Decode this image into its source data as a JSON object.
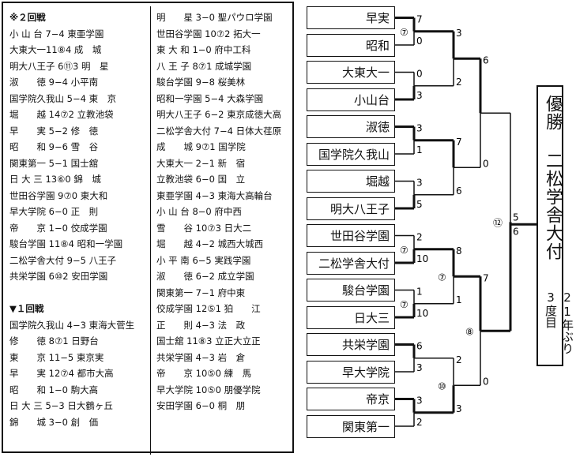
{
  "results": {
    "col1": [
      {
        "text": "※２回戦",
        "header": true
      },
      {
        "text": "小 山 台 7−4 東亜学園"
      },
      {
        "text": "大東大一11⑧4 成　城"
      },
      {
        "text": "明大八王子 6⑪3 明　星"
      },
      {
        "text": "淑　　徳 9−4 小平南"
      },
      {
        "text": "国学院久我山 5−4 東　京"
      },
      {
        "text": "堀　　越 14⑦2 立教池袋"
      },
      {
        "text": "早　　実 5−2 修　徳"
      },
      {
        "text": "昭　　和 9−6 雪　谷"
      },
      {
        "text": "関東第一 5−1 国士舘"
      },
      {
        "text": "日 大 三 13⑥0 錦　城"
      },
      {
        "text": "世田谷学園 9⑦0 東大和"
      },
      {
        "text": "早大学院 6−0 正　則"
      },
      {
        "text": "帝　　京 1−0 佼成学園"
      },
      {
        "text": "駿台学園 11⑧4 昭和一学園"
      },
      {
        "text": "二松学舎大付 9−5 八王子"
      },
      {
        "text": "共栄学園 6⑩2 安田学園"
      },
      {
        "text": ""
      },
      {
        "text": "▼１回戦",
        "header": true
      },
      {
        "text": "国学院久我山 4−3 東海大菅生"
      },
      {
        "text": "修　　徳 8⑦1 日野台"
      },
      {
        "text": "東　　京 11−5 東京実"
      },
      {
        "text": "早　　実 12⑦4 都市大高"
      },
      {
        "text": "昭　　和 1−0 駒大高"
      },
      {
        "text": "日 大 三 5−3 日大鶴ヶ丘"
      },
      {
        "text": "錦　　城 3−0 創　価"
      }
    ],
    "col2": [
      {
        "text": "明　　星 3−0 聖パウロ学園"
      },
      {
        "text": "世田谷学園 10⑦2 拓大一"
      },
      {
        "text": "東 大 和 1−0 府中工科"
      },
      {
        "text": "八 王 子 8⑦1 成城学園"
      },
      {
        "text": "駿台学園 9−8 桜美林"
      },
      {
        "text": "昭和一学園 5−4 大森学園"
      },
      {
        "text": "明大八王子 6−2 東京成徳大高"
      },
      {
        "text": "二松学舎大付 7−4 日体大荏原"
      },
      {
        "text": "成　　城 9⑦1 国学院"
      },
      {
        "text": "大東大一 2−1 新　宿"
      },
      {
        "text": "立教池袋 6−0 国　立"
      },
      {
        "text": "東亜学園 4−3 東海大高輪台"
      },
      {
        "text": "小 山 台 8−0 府中西"
      },
      {
        "text": "雪　　谷 10⑦3 日大二"
      },
      {
        "text": "堀　　越 4−2 城西大城西"
      },
      {
        "text": "小 平 南 6−5 実践学園"
      },
      {
        "text": "淑　　徳 6−2 成立学園"
      },
      {
        "text": "関東第一 7−1 府中東"
      },
      {
        "text": "佼成学園 12⑤1 狛　　江"
      },
      {
        "text": "正　　則 4−3 法　政"
      },
      {
        "text": "国士舘 11⑧3 立正大立正"
      },
      {
        "text": "共栄学園 4−3 岩　倉"
      },
      {
        "text": "帝　　京 10⑤0 練　馬"
      },
      {
        "text": "早大学院 10⑤0 朋優学院"
      },
      {
        "text": "安田学園 6−0 桐　朋"
      }
    ]
  },
  "bracket": {
    "teams": [
      "早実",
      "昭和",
      "大東大一",
      "小山台",
      "淑徳",
      "国学院久我山",
      "堀越",
      "明大八王子",
      "世田谷学園",
      "二松学舎大付",
      "駿台学園",
      "日大三",
      "共栄学園",
      "早大学院",
      "帝京",
      "関東第一"
    ],
    "r1_scores": [
      {
        "top": "7",
        "bottom": "0",
        "innings": "⑦"
      },
      {
        "top": "0",
        "bottom": "3",
        "innings": ""
      },
      {
        "top": "3",
        "bottom": "1",
        "innings": ""
      },
      {
        "top": "3",
        "bottom": "5",
        "innings": ""
      },
      {
        "top": "2",
        "bottom": "10",
        "innings": "⑦"
      },
      {
        "top": "1",
        "bottom": "10",
        "innings": "⑦"
      },
      {
        "top": "6",
        "bottom": "3",
        "innings": ""
      },
      {
        "top": "3",
        "bottom": "2",
        "innings": ""
      }
    ],
    "r2_scores": [
      {
        "top": "3",
        "bottom": "2",
        "innings": ""
      },
      {
        "top": "7",
        "bottom": "6",
        "innings": ""
      },
      {
        "top": "8",
        "bottom": "1",
        "innings": "⑦"
      },
      {
        "top": "2",
        "bottom": "3",
        "innings": "⑩"
      }
    ],
    "semi_scores": [
      {
        "top": "6",
        "bottom": "0",
        "innings": ""
      },
      {
        "top": "7",
        "bottom": "0",
        "innings": "⑧"
      }
    ],
    "final_score": {
      "top": "5",
      "bottom": "6",
      "innings": "⑫"
    }
  },
  "champion": {
    "title": "優勝 二松学舎大付",
    "note": "21年ぶり3度目"
  }
}
